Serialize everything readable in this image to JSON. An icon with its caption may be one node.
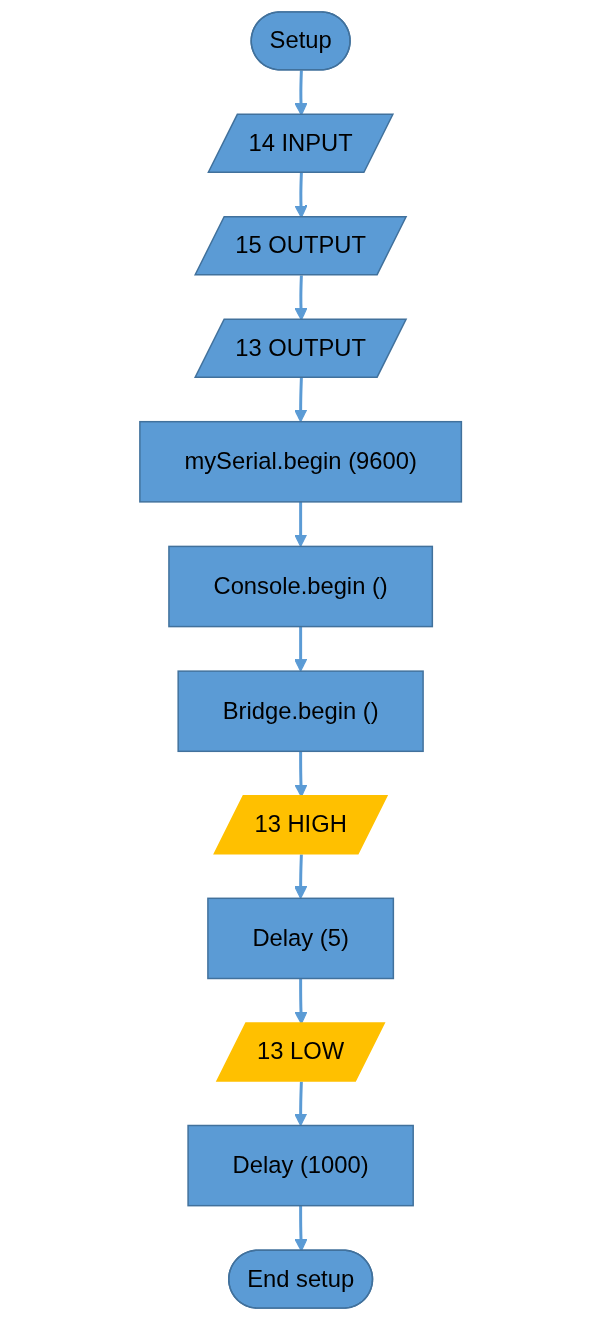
{
  "diagram": {
    "nodes": [
      {
        "text": [
          "Setup"
        ]
      },
      {
        "text": [
          "14 INPUT"
        ]
      },
      {
        "text": [
          "15 OUTPUT"
        ]
      },
      {
        "text": [
          "13 OUTPUT"
        ]
      },
      {
        "text": [
          "mySerial.begin (9600)"
        ]
      },
      {
        "text": [
          "Console.begin ()"
        ]
      },
      {
        "text": [
          "Bridge.begin ()"
        ]
      },
      {
        "text": [
          "13 HIGH"
        ]
      },
      {
        "text": [
          "Delay (5)"
        ]
      },
      {
        "text": [
          "13 LOW"
        ]
      },
      {
        "text": [
          "Delay (1000)"
        ]
      },
      {
        "text": [
          "End setup"
        ]
      }
    ],
    "edges": [
      {
        "from": 0,
        "to": 1,
        "arrow": "to"
      },
      {
        "from": 1,
        "to": 2,
        "arrow": "to"
      },
      {
        "from": 2,
        "to": 3,
        "arrow": "to"
      },
      {
        "from": 3,
        "to": 4,
        "arrow": "to"
      },
      {
        "from": 4,
        "to": 5,
        "arrow": "to"
      },
      {
        "from": 5,
        "to": 6,
        "arrow": "to"
      },
      {
        "from": 6,
        "to": 7,
        "arrow": "to"
      },
      {
        "from": 7,
        "to": 8,
        "arrow": "to"
      },
      {
        "from": 8,
        "to": 9,
        "arrow": "to"
      },
      {
        "from": 9,
        "to": 10,
        "arrow": "to"
      },
      {
        "from": 10,
        "to": 11,
        "arrow": "to"
      }
    ]
  }
}
